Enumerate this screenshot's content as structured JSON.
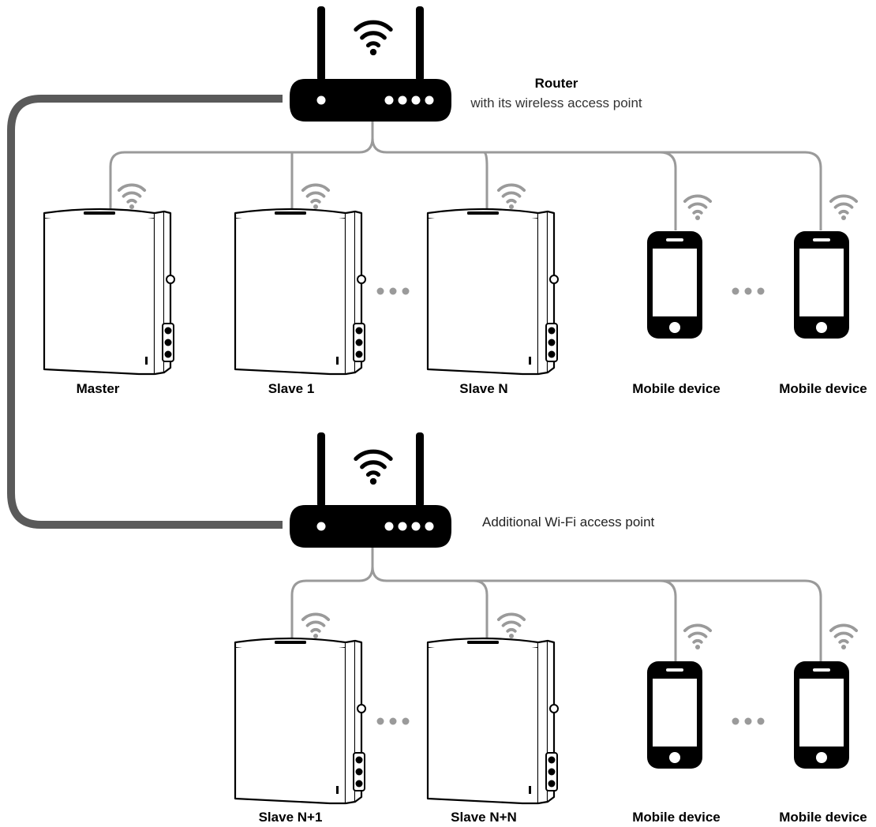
{
  "router": {
    "title": "Router",
    "subtitle": "with its wireless access point"
  },
  "access_point": {
    "label": "Additional Wi-Fi access point"
  },
  "network1": {
    "devices": [
      {
        "label": "Master"
      },
      {
        "label": "Slave 1"
      },
      {
        "label": "Slave N"
      }
    ],
    "mobiles": [
      {
        "label": "Mobile device"
      },
      {
        "label": "Mobile device"
      }
    ]
  },
  "network2": {
    "devices": [
      {
        "label": "Slave N+1"
      },
      {
        "label": "Slave N+N"
      }
    ],
    "mobiles": [
      {
        "label": "Mobile device"
      },
      {
        "label": "Mobile device"
      }
    ]
  },
  "colors": {
    "wire": "#9a9a9a",
    "backbone": "#5a5a5a",
    "device": "#000000"
  },
  "icons": [
    "router-icon",
    "wifi-icon",
    "thermostat-device-icon",
    "smartphone-icon",
    "ellipsis-icon"
  ]
}
